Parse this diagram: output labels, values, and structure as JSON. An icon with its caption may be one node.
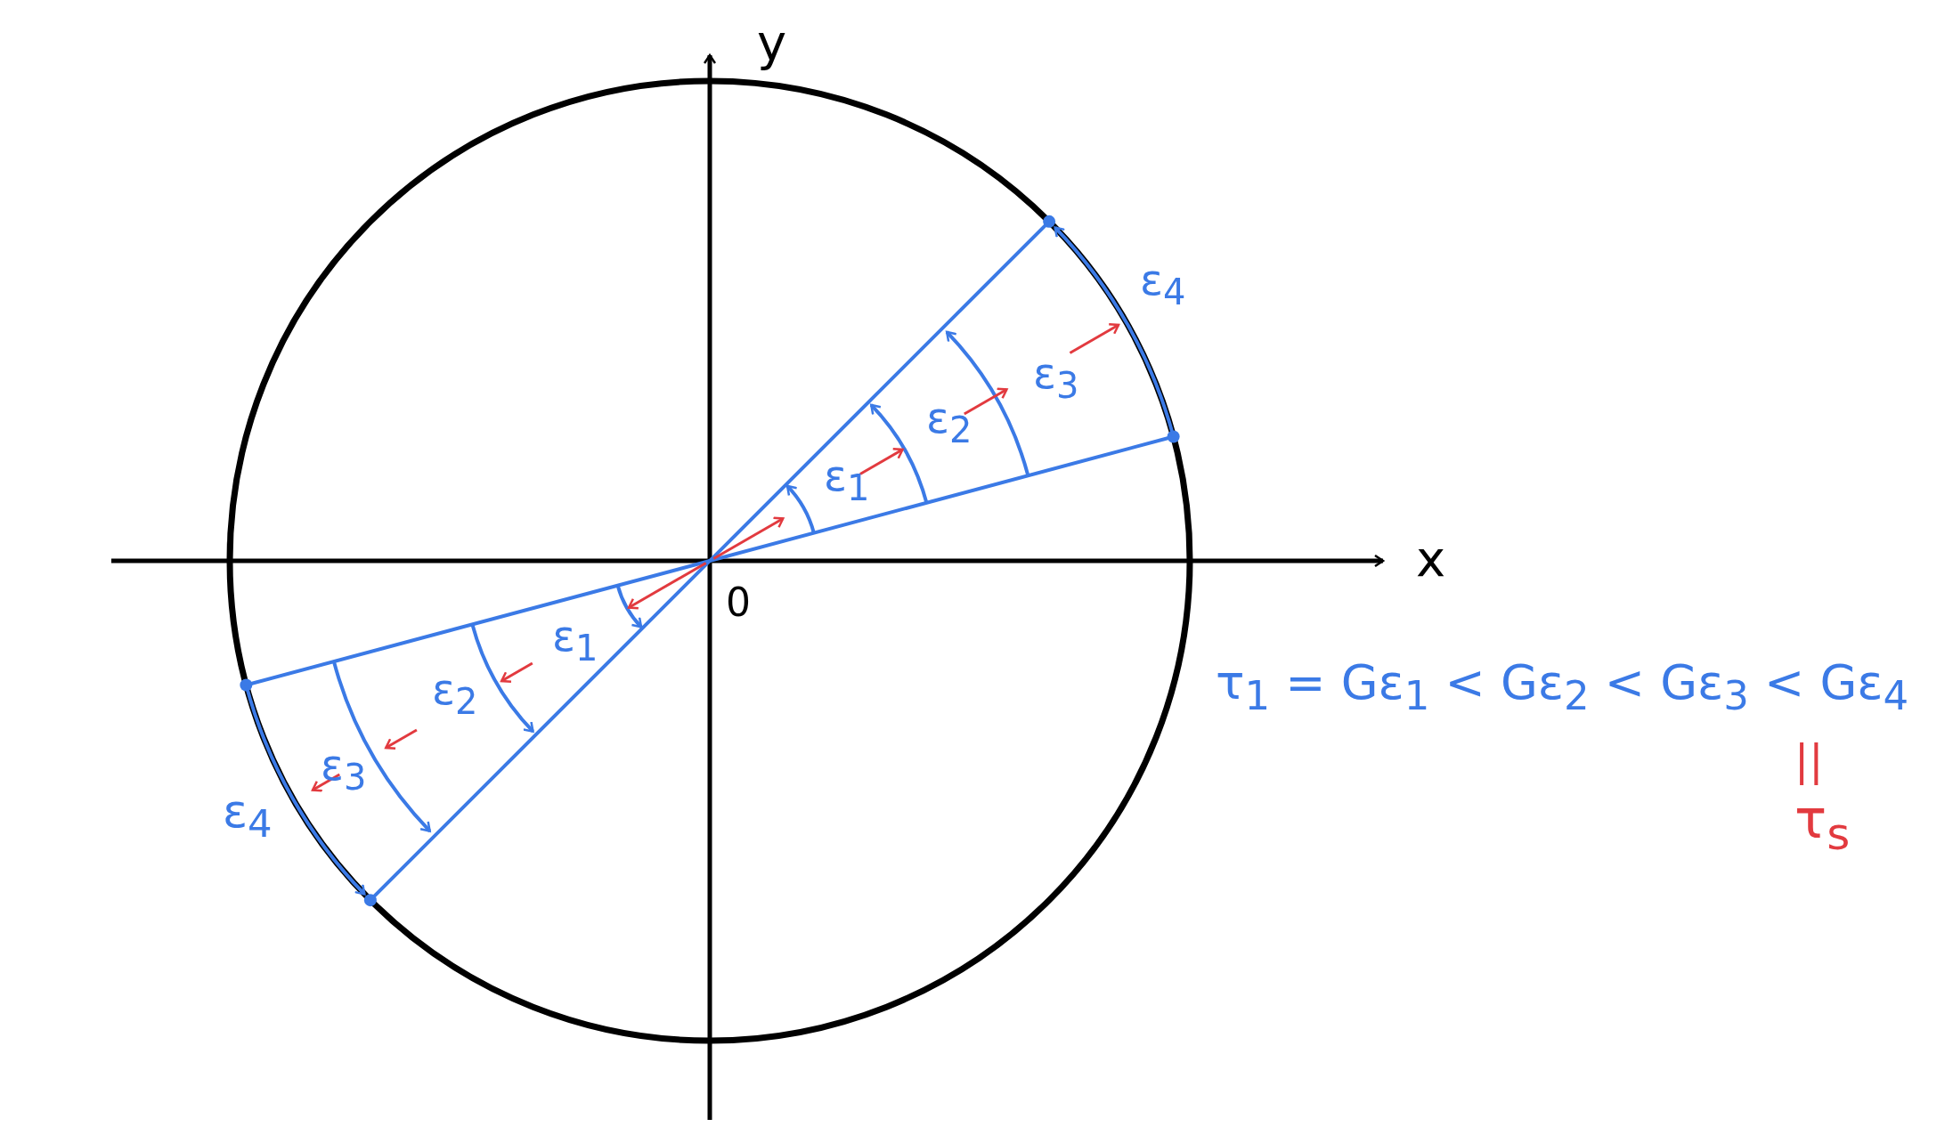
{
  "diagram": {
    "labels": [
      "y",
      "x",
      "0",
      "ε$_{1}$",
      "ε$_{2}$",
      "ε$_{3}$",
      "ε$_{4}$",
      "ε$_{1}$",
      "ε$_{2}$",
      "ε$_{3}$",
      "ε$_{4}$",
      "τ$_{1}$ = Gε$_{1}$ < Gε$_{2}$ < Gε$_{3}$ < Gε$_{4}$",
      "||",
      "τ$_{s}$"
    ]
  }
}
